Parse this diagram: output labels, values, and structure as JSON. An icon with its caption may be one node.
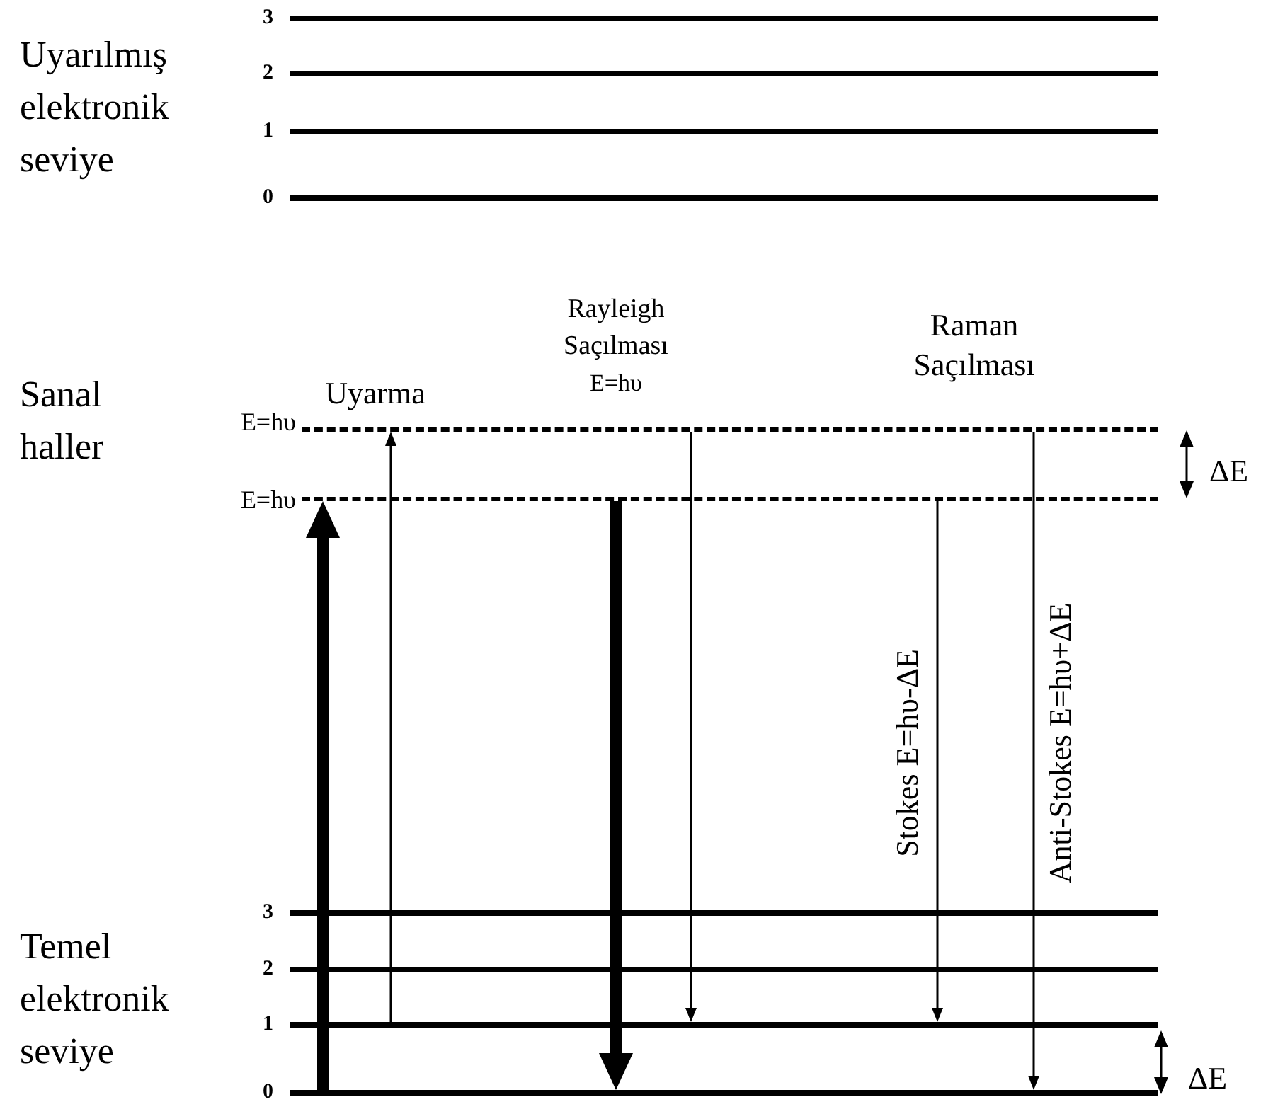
{
  "diagram": {
    "nodes": [
      {
        "text": [],
        "shape": "bar",
        "beside": [
          "3"
        ]
      },
      {
        "text": [],
        "shape": "bar",
        "beside": [
          "2"
        ]
      },
      {
        "text": [],
        "shape": "bar",
        "beside": [
          "1"
        ]
      },
      {
        "text": [],
        "shape": "bar",
        "beside": [
          "0"
        ]
      },
      {
        "text": [],
        "shape": "bar",
        "beside": [
          "E=hυ"
        ]
      },
      {
        "text": [],
        "shape": "bar",
        "beside": [
          "E=hυ"
        ]
      },
      {
        "text": [],
        "shape": "bar",
        "beside": [
          "3"
        ]
      },
      {
        "text": [],
        "shape": "bar",
        "beside": [
          "2"
        ]
      },
      {
        "text": [],
        "shape": "bar",
        "beside": [
          "1"
        ]
      },
      {
        "text": [],
        "shape": "bar",
        "beside": [
          "0"
        ]
      }
    ],
    "edges": [
      {
        "from": 9,
        "to": 5,
        "arrow": "to",
        "style": "thick"
      },
      {
        "from": 8,
        "to": 4,
        "arrow": "to"
      },
      {
        "from": 5,
        "to": 9,
        "arrow": "to",
        "style": "thick"
      },
      {
        "from": 4,
        "to": 8,
        "arrow": "to"
      },
      {
        "from": 5,
        "to": 8,
        "arrow": "to",
        "label": "Stokes E=hυ-ΔE"
      },
      {
        "from": 4,
        "to": 9,
        "arrow": "to",
        "label": "Anti-Stokes E=hυ+ΔE"
      }
    ],
    "labels": [
      "Uyarılmış elektronik seviye",
      "Rayleigh Saçılması",
      "Raman Saçılması",
      "Uyarma",
      "E=hυ",
      "Sanal haller",
      "ΔE",
      "Temel elektronik seviye",
      "ΔE"
    ]
  }
}
